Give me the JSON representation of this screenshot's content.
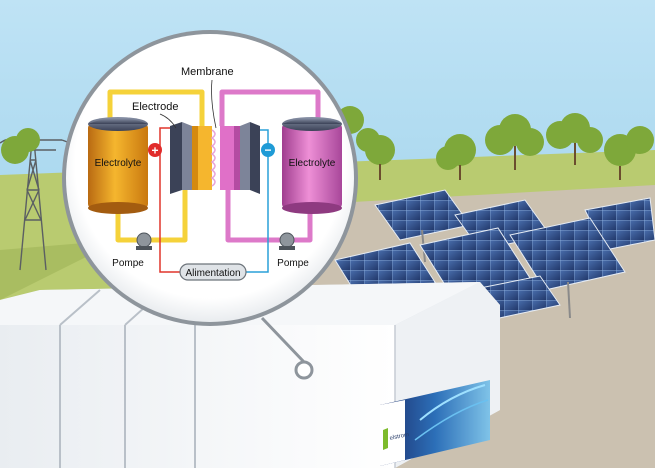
{
  "diagram": {
    "labels": {
      "membrane": "Membrane",
      "electrode": "Electrode",
      "electrolyte_left": "Electrolyte",
      "electrolyte_right": "Electrolyte",
      "pump_left": "Pompe",
      "pump_right": "Pompe",
      "power_supply": "Alimentation",
      "positive": "+",
      "negative": "−"
    },
    "colors": {
      "sky_top": "#b9e0f3",
      "sky_bottom": "#8cc8e6",
      "ground": "#b7c96b",
      "pavement": "#c9bfae",
      "tank_left": "#f2a51a",
      "tank_right": "#e070c8",
      "pipe_yellow": "#f5d23a",
      "pipe_pink": "#dd79c9",
      "wire_red": "#e0352b",
      "wire_blue": "#2aa0d8",
      "positive_badge": "#e12b2b",
      "negative_badge": "#1f9bd6",
      "container": "#f3f5f7",
      "solar_panel": "#2f4f86"
    }
  },
  "container": {
    "logo_text": "elstrom"
  }
}
